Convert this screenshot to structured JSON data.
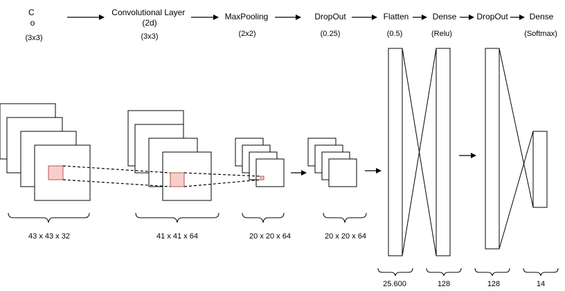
{
  "header": {
    "conv1": {
      "title": "Convolutional\nLayer (2d)",
      "sub": "(3x3)"
    },
    "conv2": {
      "title": "Convolutional Layer\n(2d)",
      "sub": "(3x3)"
    },
    "maxpool": {
      "title": "MaxPooling",
      "sub": "(2x2)"
    },
    "dropout1": {
      "title": "DropOut",
      "sub": "(0.25)"
    },
    "flatten": {
      "title": "Flatten",
      "sub": "(0.5)"
    },
    "dense1": {
      "title": "Dense",
      "sub": "(Relu)"
    },
    "dropout2": {
      "title": "DropOut",
      "sub": ""
    },
    "dense2": {
      "title": "Dense",
      "sub": "(Softmax)"
    }
  },
  "dims": {
    "d1": "43 x 43 x 32",
    "d2": "41 x 41 x 64",
    "d3": "20 x 20 x 64",
    "d4": "20 x 20 x 64",
    "d5": "25.600",
    "d6": "128",
    "d7": "128",
    "d8": "14"
  },
  "colors": {
    "highlight_fill": "#f8cecc",
    "highlight_stroke": "#b85450"
  }
}
